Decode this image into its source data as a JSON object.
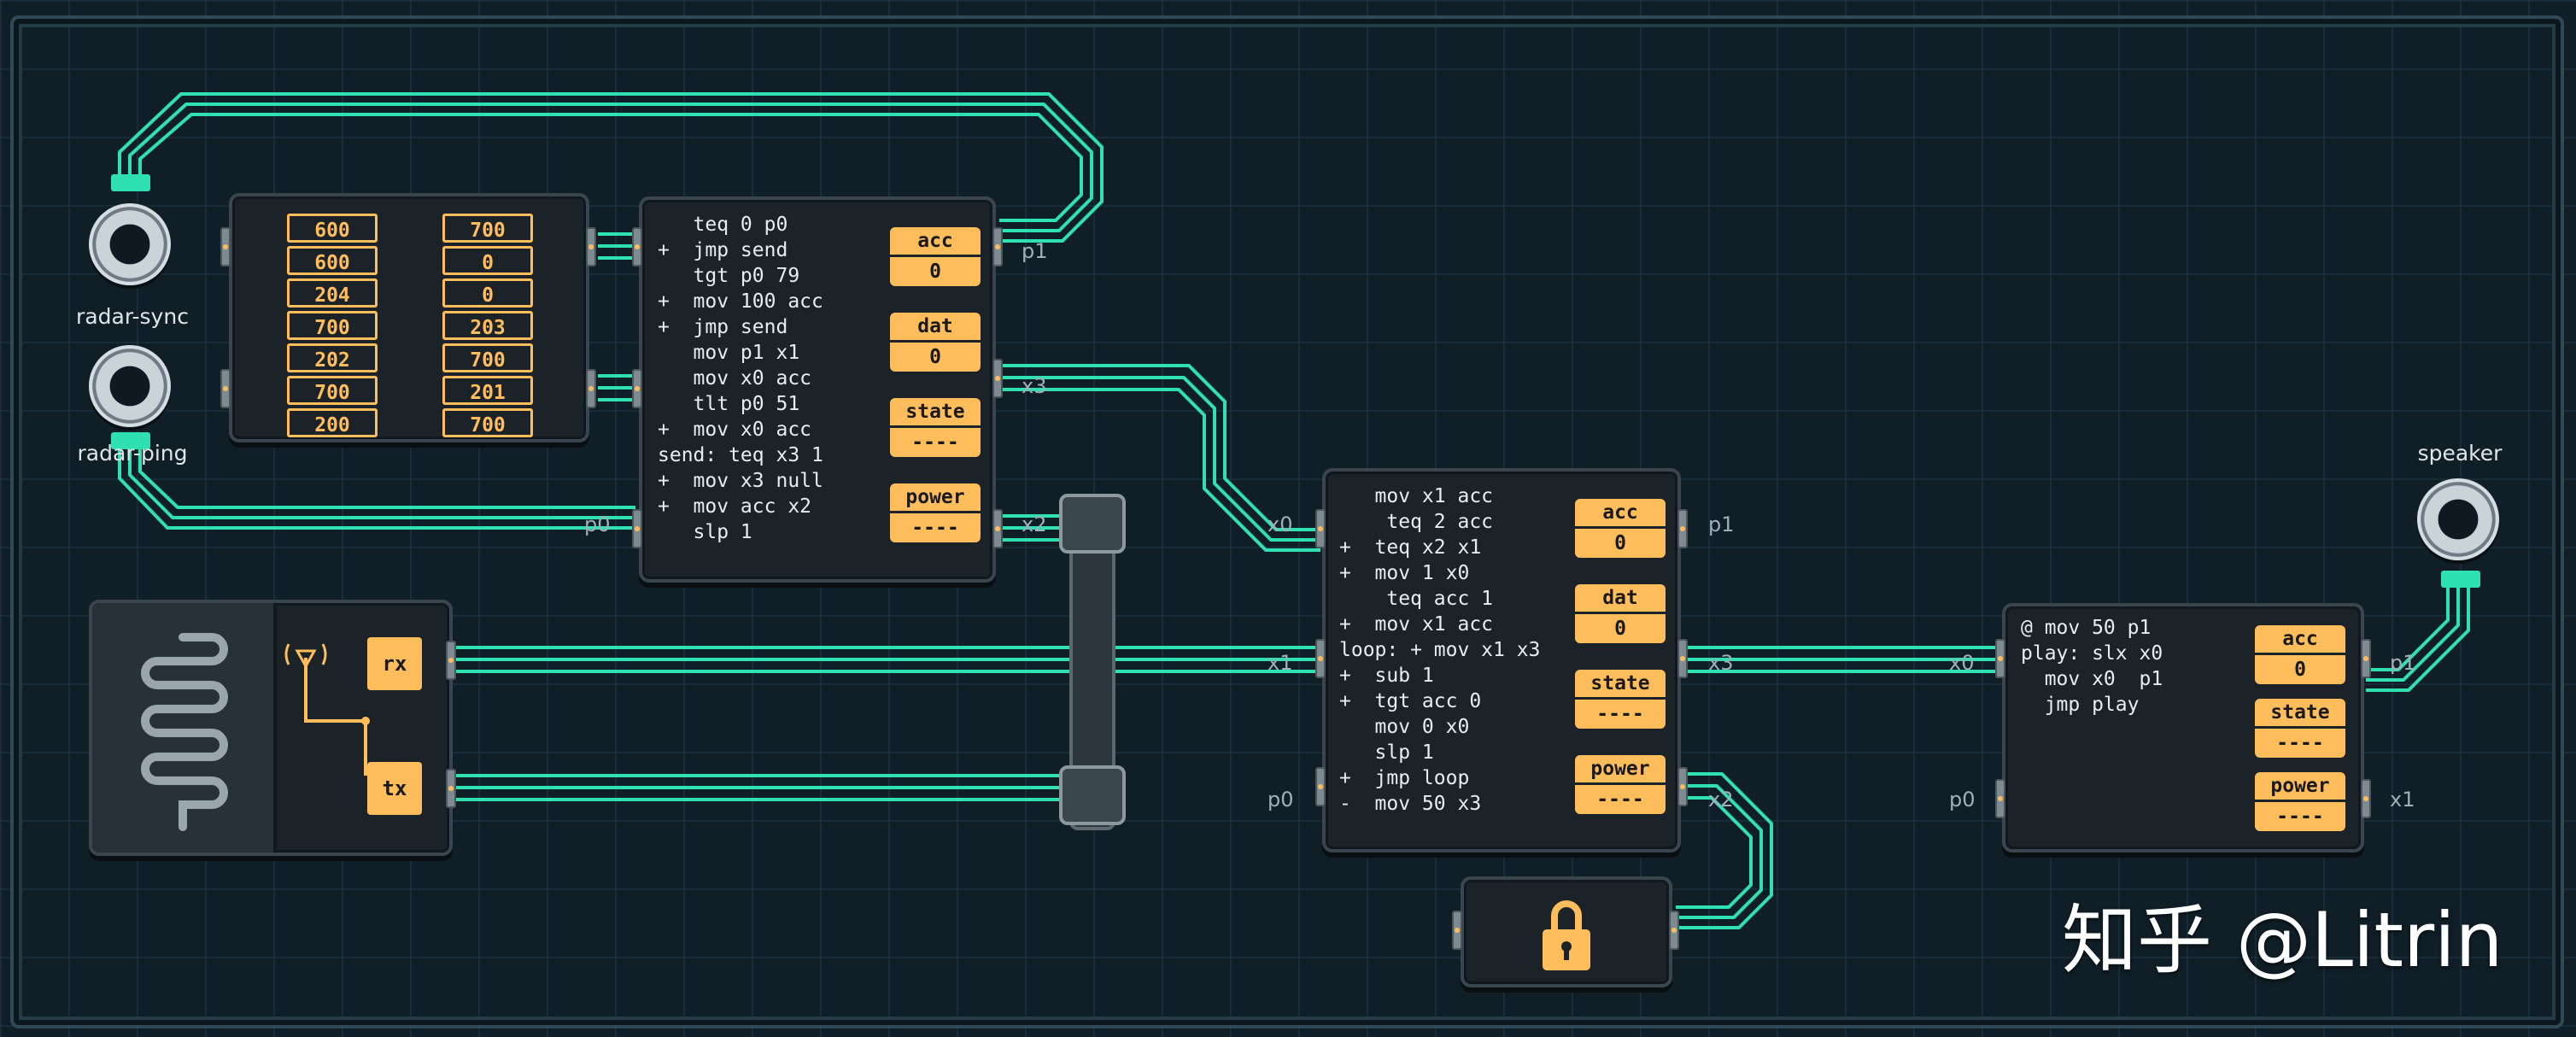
{
  "devices": {
    "radar_sync": "radar-sync",
    "radar_ping": "radar-ping",
    "speaker": "speaker"
  },
  "rom": {
    "col_a": [
      "600",
      "600",
      "204",
      "700",
      "202",
      "700",
      "200"
    ],
    "col_b": [
      "700",
      "0",
      "0",
      "203",
      "700",
      "201",
      "700"
    ]
  },
  "mc1": {
    "code": "   teq 0 p0\n+  jmp send\n   tgt p0 79\n+  mov 100 acc\n+  jmp send\n   mov p1 x1\n   mov x0 acc\n   tlt p0 51\n+  mov x0 acc\nsend: teq x3 1\n+  mov x3 null\n+  mov acc x2\n   slp 1",
    "registers": [
      {
        "label": "acc",
        "value": "0"
      },
      {
        "label": "dat",
        "value": "0"
      },
      {
        "label": "state",
        "value": "----"
      },
      {
        "label": "power",
        "value": "----"
      }
    ],
    "ports": {
      "right_top": "p1",
      "right_mid": "x3",
      "right_bottom": "x2",
      "left_bottom": "p0"
    }
  },
  "mc2": {
    "code": "   mov x1 acc\n    teq 2 acc\n+  teq x2 x1\n+  mov 1 x0\n    teq acc 1\n+  mov x1 acc\nloop: + mov x1 x3\n+  sub 1\n+  tgt acc 0\n   mov 0 x0\n   slp 1\n+  jmp loop\n-  mov 50 x3",
    "registers": [
      {
        "label": "acc",
        "value": "0"
      },
      {
        "label": "dat",
        "value": "0"
      },
      {
        "label": "state",
        "value": "----"
      },
      {
        "label": "power",
        "value": "----"
      }
    ],
    "ports": {
      "left_top": "x0",
      "right_top": "p1",
      "left_mid": "x1",
      "right_mid": "x3",
      "left_bottom": "p0",
      "right_bottom": "x2"
    }
  },
  "mc3": {
    "code": "@ mov 50 p1\nplay: slx x0\n  mov x0  p1\n  jmp play",
    "registers": [
      {
        "label": "acc",
        "value": "0"
      },
      {
        "label": "state",
        "value": "----"
      },
      {
        "label": "power",
        "value": "----"
      }
    ],
    "ports": {
      "left_top": "x0",
      "right_top": "p1",
      "left_bottom": "p0",
      "right_bottom": "x1"
    }
  },
  "radio": {
    "rx": "rx",
    "tx": "tx"
  },
  "watermark": "知乎 @Litrin",
  "colors": {
    "wire": "#2fe0b2",
    "accent": "#ffbd5c",
    "chip": "#1b2329"
  }
}
